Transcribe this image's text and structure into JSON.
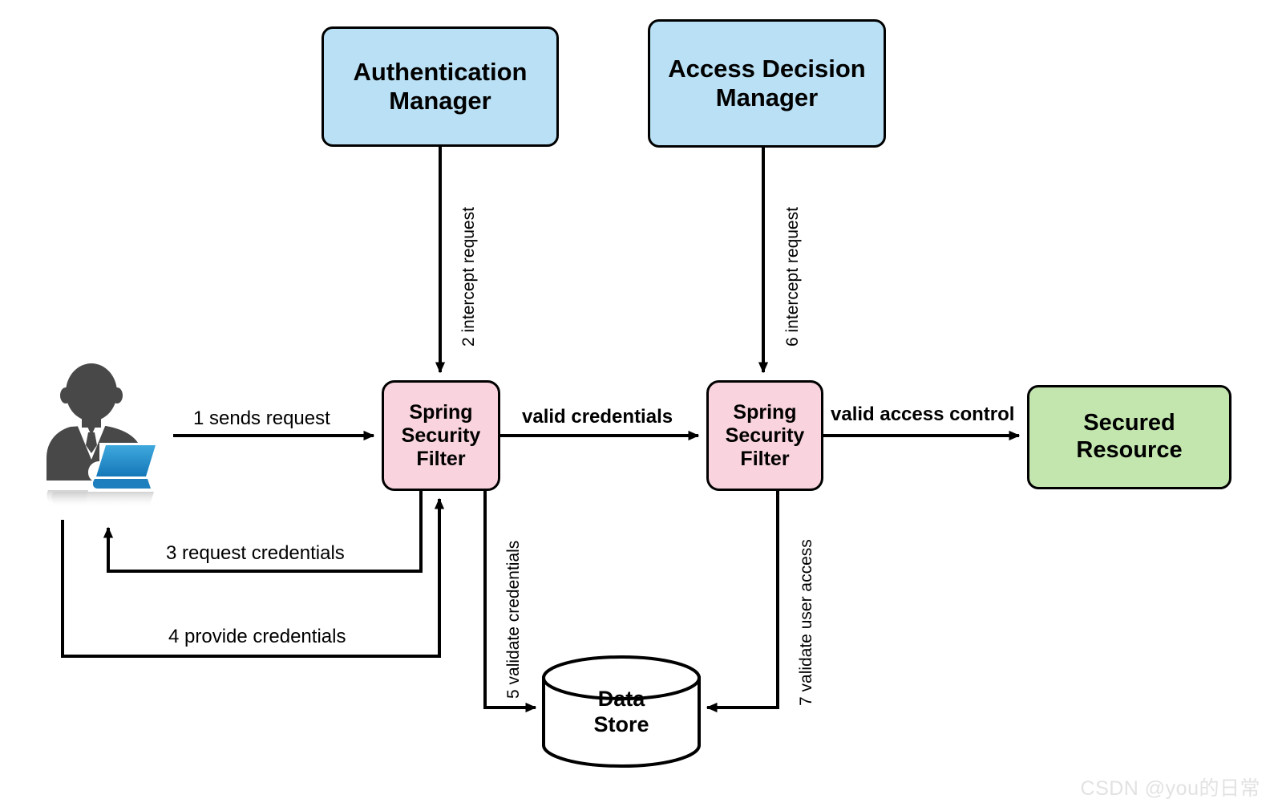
{
  "diagram": {
    "title": "Spring Security request flow",
    "watermark": "CSDN @you的日常",
    "colors": {
      "manager_fill": "#b9e0f4",
      "filter_fill": "#f9d3dd",
      "resource_fill": "#c3e6ae",
      "stroke": "#000000",
      "background": "#ffffff",
      "watermark_text": "#e2e2e2"
    },
    "nodes": [
      {
        "id": "authentication-manager",
        "label": "Authentication\nManager",
        "shape": "rounded-rect",
        "fill": "#b9e0f4"
      },
      {
        "id": "access-decision-manager",
        "label": "Access Decision\nManager",
        "shape": "rounded-rect",
        "fill": "#b9e0f4"
      },
      {
        "id": "spring-security-filter-1",
        "label": "Spring\nSecurity\nFilter",
        "shape": "rounded-rect",
        "fill": "#f9d3dd"
      },
      {
        "id": "spring-security-filter-2",
        "label": "Spring\nSecurity\nFilter",
        "shape": "rounded-rect",
        "fill": "#f9d3dd"
      },
      {
        "id": "secured-resource",
        "label": "Secured\nResource",
        "shape": "rounded-rect",
        "fill": "#c3e6ae"
      },
      {
        "id": "data-store",
        "label": "Data\nStore",
        "shape": "cylinder",
        "fill": "#ffffff"
      },
      {
        "id": "user",
        "label": "",
        "shape": "person-at-laptop-icon",
        "fill": ""
      }
    ],
    "edges": [
      {
        "id": "e1",
        "label": "1 sends request",
        "from": "user",
        "to": "spring-security-filter-1",
        "orientation": "horizontal",
        "bold": false
      },
      {
        "id": "e2",
        "label": "2 intercept request",
        "from": "authentication-manager",
        "to": "spring-security-filter-1",
        "orientation": "vertical",
        "bold": false
      },
      {
        "id": "e3",
        "label": "3 request credentials",
        "from": "spring-security-filter-1",
        "to": "user",
        "orientation": "horizontal",
        "bold": false
      },
      {
        "id": "e4",
        "label": "4 provide credentials",
        "from": "user",
        "to": "spring-security-filter-1",
        "orientation": "horizontal",
        "bold": false
      },
      {
        "id": "e5",
        "label": "5 validate credentials",
        "from": "spring-security-filter-1",
        "to": "data-store",
        "orientation": "vertical",
        "bold": false
      },
      {
        "id": "e6",
        "label": "6 intercept request",
        "from": "access-decision-manager",
        "to": "spring-security-filter-2",
        "orientation": "vertical",
        "bold": false
      },
      {
        "id": "e7",
        "label": "7 validate user access",
        "from": "spring-security-filter-2",
        "to": "data-store",
        "orientation": "vertical",
        "bold": false
      },
      {
        "id": "e8",
        "label": "valid credentials",
        "from": "spring-security-filter-1",
        "to": "spring-security-filter-2",
        "orientation": "horizontal",
        "bold": true
      },
      {
        "id": "e9",
        "label": "valid access control",
        "from": "spring-security-filter-2",
        "to": "secured-resource",
        "orientation": "horizontal",
        "bold": true
      }
    ]
  }
}
